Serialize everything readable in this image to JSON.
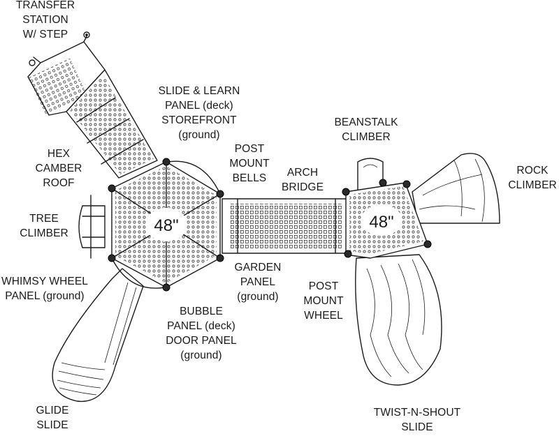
{
  "labels": {
    "transfer_station": [
      "TRANSFER",
      "STATION",
      "W/ STEP"
    ],
    "slide_learn": [
      "SLIDE & LEARN",
      "PANEL (deck)",
      "STOREFRONT",
      "(ground)"
    ],
    "hex_camber_roof": [
      "HEX",
      "CAMBER",
      "ROOF"
    ],
    "post_mount_bells": [
      "POST",
      "MOUNT",
      "BELLS"
    ],
    "arch_bridge": [
      "ARCH",
      "BRIDGE"
    ],
    "beanstalk_climber": [
      "BEANSTALK",
      "CLIMBER"
    ],
    "rock_climber": [
      "ROCK",
      "CLIMBER"
    ],
    "tree_climber": [
      "TREE",
      "CLIMBER"
    ],
    "whimsy_wheel": [
      "WHIMSY WHEEL",
      "PANEL (ground)"
    ],
    "garden_panel": [
      "GARDEN",
      "PANEL",
      "(ground)"
    ],
    "post_mount_wheel": [
      "POST",
      "MOUNT",
      "WHEEL"
    ],
    "bubble_panel": [
      "BUBBLE",
      "PANEL (deck)",
      "DOOR PANEL",
      "(ground)"
    ],
    "glide_slide": [
      "GLIDE",
      "SLIDE"
    ],
    "twist_n_shout": [
      "TWIST-N-SHOUT",
      "SLIDE"
    ]
  },
  "deck_sizes": {
    "left_deck": "48\"",
    "right_deck": "48\""
  }
}
